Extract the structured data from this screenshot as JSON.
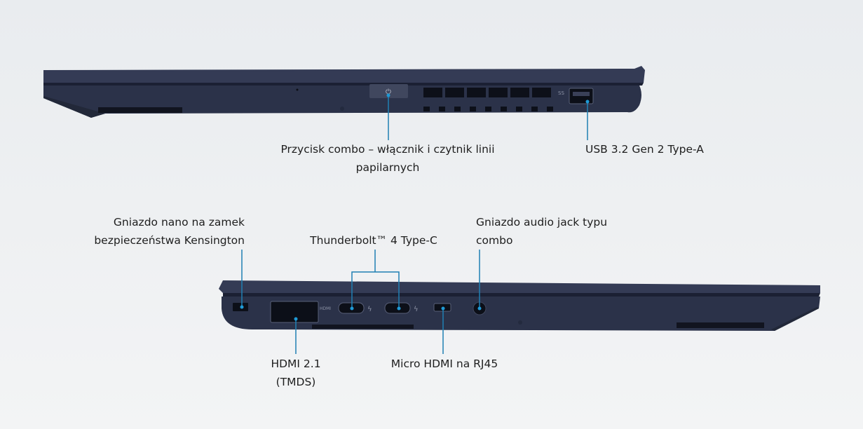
{
  "labels": {
    "power_button": [
      "Przycisk combo – włącznik i czytnik linii",
      "papilarnych"
    ],
    "usb_a": "USB 3.2 Gen 2 Type-A",
    "kensington": [
      "Gniazdo nano na zamek",
      "bezpieczeństwa Kensington"
    ],
    "thunderbolt": "Thunderbolt™ 4 Type-C",
    "audio_jack": [
      "Gniazdo audio jack typu",
      "combo"
    ],
    "hdmi": [
      "HDMI 2.1",
      "(TMDS)"
    ],
    "micro_hdmi": "Micro HDMI na RJ45"
  },
  "port_marks": {
    "hdmi_text": "HDMI",
    "usb_logo": "SS"
  },
  "colors": {
    "body": "#2a3148",
    "leader": "#1f7fb3",
    "background": "#eceef0"
  }
}
